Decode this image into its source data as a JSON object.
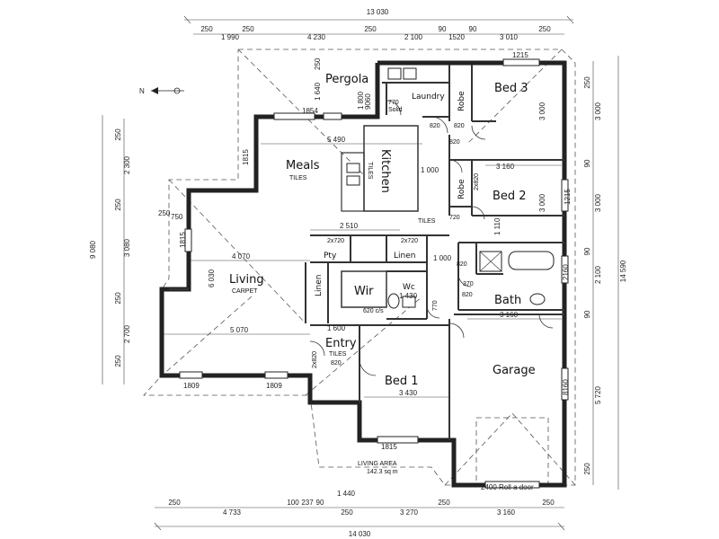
{
  "rooms": {
    "pergola": "Pergola",
    "laundry": "Laundry",
    "robe_top": "Robe",
    "bed3": "Bed 3",
    "meals": "Meals",
    "meals_sub": "TILES",
    "kitchen": "Kitchen",
    "kitchen_sub": "TILES",
    "robe_mid": "Robe",
    "bed2": "Bed 2",
    "living": "Living",
    "living_sub": "CARPET",
    "pty": "Pty",
    "linen_top": "Linen",
    "linen_left": "Linen",
    "wir": "Wir",
    "wc": "Wc",
    "bath": "Bath",
    "entry": "Entry",
    "entry_sub": "TILES",
    "bed1": "Bed 1",
    "garage": "Garage",
    "tiles_hall": "TILES"
  },
  "living_area": {
    "label": "LIVING AREA",
    "value": "142.3 sq m"
  },
  "garage_door": "2400 Roll a door",
  "north": "N",
  "dims_top": {
    "overall": "13 030",
    "row": [
      "250",
      "1 990",
      "250",
      "4 230",
      "250",
      "2 100",
      "90",
      "1520",
      "90",
      "3 010",
      "250"
    ]
  },
  "dims_bottom": {
    "overall": "14 030",
    "row": [
      "250",
      "4 733",
      "100",
      "237",
      "90",
      "250",
      "3 270",
      "250",
      "3 160",
      "250"
    ],
    "mid": "1 440"
  },
  "dims_left": {
    "overall": "9 080",
    "row": [
      "250",
      "2 300",
      "250",
      "3 080",
      "250",
      "2 700",
      "250"
    ]
  },
  "dims_right": {
    "overall": "14 590",
    "row": [
      "250",
      "3 000",
      "90",
      "3 000",
      "90",
      "2 100",
      "90",
      "5 720",
      "250"
    ]
  },
  "dims_inner": {
    "w1215_top": "1215",
    "w1854": "1854",
    "w5490": "5 490",
    "w1815_left": "1815",
    "w1640": "1 640",
    "w1800": "1 800",
    "w250_perg": "250",
    "w9060": "9060",
    "w770": "770",
    "solid": "Solid",
    "w820a": "820",
    "w820b": "820",
    "w820c": "820",
    "w3000a": "3 000",
    "w3160a": "3 160",
    "w2x820": "2x820",
    "w1000": "1 000",
    "w3000b": "3 000",
    "w1215_right": "1215",
    "w2510": "2 510",
    "w720": "720",
    "w1110": "1 110",
    "w4070": "4 070",
    "w6030": "6 030",
    "w2x720a": "2x720",
    "w2x720b": "2x720",
    "w1000b": "1 000",
    "w820d": "820",
    "w820e": "820",
    "w2160": "2160",
    "w1815_living": "1815",
    "w250_liv": "250",
    "w750": "750",
    "w1430": "1 430",
    "w620": "620 c/s",
    "w770b": "770",
    "w370": "370",
    "w3160b": "3 160",
    "w5070": "5 070",
    "w1600": "1 600",
    "w820f": "820",
    "w3430": "3 430",
    "w1809a": "1809",
    "w1809b": "1809",
    "w1815_bed1": "1815",
    "w8160": "8160",
    "w2x820b": "2x820"
  }
}
